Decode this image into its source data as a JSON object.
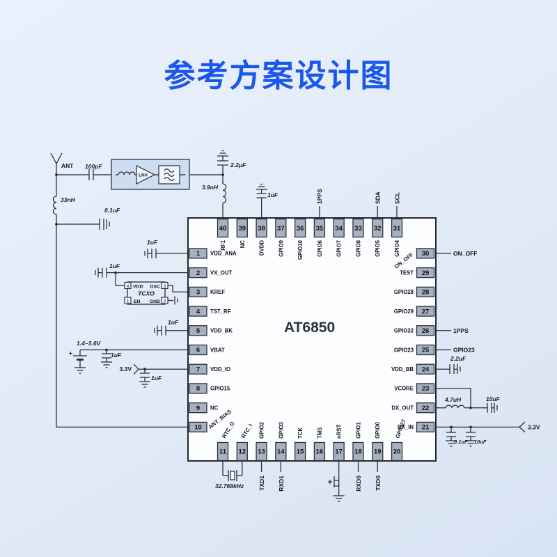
{
  "title": "参考方案设计图",
  "chip": {
    "name": "AT6850"
  },
  "pins": {
    "left": [
      {
        "num": "1",
        "label": "VDD_ANA"
      },
      {
        "num": "2",
        "label": "VX_OUT"
      },
      {
        "num": "3",
        "label": "KREF"
      },
      {
        "num": "4",
        "label": "TST_RF"
      },
      {
        "num": "5",
        "label": "VDD_BK"
      },
      {
        "num": "6",
        "label": "VBAT"
      },
      {
        "num": "7",
        "label": "VDD_IO"
      },
      {
        "num": "8",
        "label": "GPIO15"
      },
      {
        "num": "9",
        "label": "NC"
      },
      {
        "num": "10",
        "label": "ANT_BIAS"
      }
    ],
    "top": [
      {
        "num": "40",
        "label": "RF1"
      },
      {
        "num": "39",
        "label": "NC"
      },
      {
        "num": "38",
        "label": "DVDD"
      },
      {
        "num": "37",
        "label": "GPIO9"
      },
      {
        "num": "36",
        "label": "GPIO10"
      },
      {
        "num": "35",
        "label": "GPIO6"
      },
      {
        "num": "34",
        "label": "GPIO7"
      },
      {
        "num": "33",
        "label": "GPIO8"
      },
      {
        "num": "32",
        "label": "GPIO5"
      },
      {
        "num": "31",
        "label": "GPIO4"
      }
    ],
    "right": [
      {
        "num": "30",
        "label": "ON_OFF"
      },
      {
        "num": "29",
        "label": "TEST"
      },
      {
        "num": "28",
        "label": "GPIO28"
      },
      {
        "num": "27",
        "label": "GPIO29"
      },
      {
        "num": "26",
        "label": "GPIO22"
      },
      {
        "num": "25",
        "label": "GPIO23"
      },
      {
        "num": "24",
        "label": "VDD_BB"
      },
      {
        "num": "23",
        "label": "VCORE"
      },
      {
        "num": "22",
        "label": "DX_OUT"
      },
      {
        "num": "21",
        "label": "DX_IN"
      }
    ],
    "bottom": [
      {
        "num": "11",
        "label": "RTC_O"
      },
      {
        "num": "12",
        "label": "RTC_I"
      },
      {
        "num": "13",
        "label": "GPIO2"
      },
      {
        "num": "14",
        "label": "GPIO3"
      },
      {
        "num": "15",
        "label": "TCK"
      },
      {
        "num": "16",
        "label": "TMS"
      },
      {
        "num": "17",
        "label": "nRST"
      },
      {
        "num": "18",
        "label": "GPIO1"
      },
      {
        "num": "19",
        "label": "GPIO0"
      },
      {
        "num": "20",
        "label": "GPIO27"
      }
    ]
  },
  "rf": {
    "ant": "ANT",
    "c_in": "100pF",
    "lna": "LNA",
    "l_bias": "33nH",
    "c_bias": "0.1uF",
    "c_match": "2.2μF",
    "l_match": "3.9nH"
  },
  "top_ext": {
    "c_dvdd": "1uF",
    "pps": "1PPS",
    "sda": "SDA",
    "scl": "SCL"
  },
  "left_ext": {
    "c_vdd_ana": "1uF",
    "c_vx_out": "1uF",
    "c_vdd_bk": "1nF",
    "vbat": "1.4~3.6V",
    "plus": "+",
    "c_vbat": "1uF",
    "v_io": "3.3V",
    "c_vdd_io": "1uF"
  },
  "tcxo": {
    "name": "TCXO",
    "vdd": "VDD",
    "osc": "OSC",
    "en": "EN",
    "gnd": "GND",
    "p1": "1",
    "p2": "2",
    "p3": "3",
    "p4": "4"
  },
  "right_ext": {
    "on_off": "ON_OFF",
    "pps": "1PPS",
    "gpio23": "GPIO23",
    "c_vdd_bb": "2.2uF",
    "l_core": "4.7uH",
    "c_core": "10uF",
    "v_dx": "3.3V",
    "c_dx1": "0.1uF",
    "c_dx2": "10uF"
  },
  "bottom_ext": {
    "xtal": "32.768kHz",
    "txd1": "TXD1",
    "rxd1": "RXD1",
    "rxd0": "RXD0",
    "txd0": "TXD0"
  }
}
